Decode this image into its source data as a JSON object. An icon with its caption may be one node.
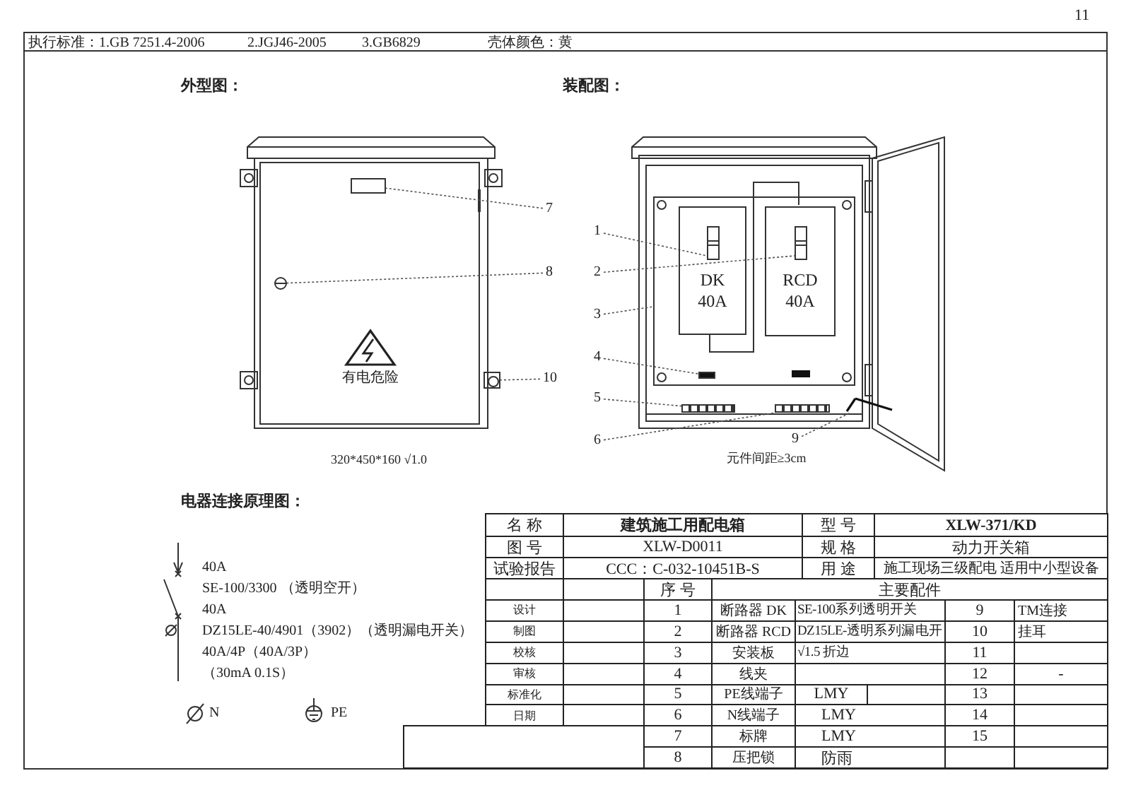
{
  "diagram": {
    "nodes": [
      {
        "text": [
          "7"
        ]
      },
      {
        "text": [],
        "shape": "box"
      },
      {
        "text": [
          "8"
        ]
      },
      {
        "text": [],
        "shape": "circle"
      },
      {
        "text": [
          "10"
        ]
      },
      {
        "text": [],
        "shape": "box"
      },
      {
        "text": [
          "1"
        ]
      },
      {
        "text": [
          "2"
        ]
      },
      {
        "text": [
          "3"
        ]
      },
      {
        "text": [],
        "shape": "box"
      },
      {
        "text": [
          "DK 40A"
        ],
        "in": 9
      },
      {
        "text": [],
        "shape": "box",
        "in": 10
      },
      {
        "text": [
          "RCD 40A"
        ],
        "in": 9
      },
      {
        "text": [],
        "shape": "box",
        "in": 12
      },
      {
        "text": [
          "4"
        ]
      },
      {
        "text": [],
        "shape": "box",
        "in": 9
      },
      {
        "text": [
          "5"
        ]
      },
      {
        "text": [],
        "shape": "bar"
      },
      {
        "text": [
          "6"
        ]
      },
      {
        "text": [],
        "shape": "bar"
      },
      {
        "text": [
          "9"
        ]
      },
      {
        "text": [],
        "shape": "wire"
      }
    ],
    "edges": [
      {
        "from": 0,
        "to": 1,
        "arrow": "none"
      },
      {
        "from": 2,
        "to": 3,
        "arrow": "none"
      },
      {
        "from": 4,
        "to": 5,
        "arrow": "none"
      },
      {
        "from": 6,
        "to": 11,
        "arrow": "none"
      },
      {
        "from": 7,
        "to": 13,
        "arrow": "none"
      },
      {
        "from": 8,
        "to": 9,
        "arrow": "none"
      },
      {
        "from": 14,
        "to": 15,
        "arrow": "none"
      },
      {
        "from": 16,
        "to": 17,
        "arrow": "none"
      },
      {
        "from": 18,
        "to": 19,
        "arrow": "none"
      },
      {
        "from": 20,
        "to": 21,
        "arrow": "none"
      }
    ],
    "labels": [
      "11",
      "执行标准：1.GB 7251.4-2006",
      "2.JGJ46-2005",
      "3.GB6829",
      "壳体颜色：黄",
      "外型图：",
      "装配图：",
      "有电危险",
      "320*450*160 √1.0",
      "元件间距≥3cm",
      "电器连接原理图：",
      "40A",
      "SE-100/3300 （透明空开）",
      "40A",
      "DZ15LE-40/4901（3902）（透明漏电开关）",
      "40A/4P（40A/3P）",
      "（30mA 0.1S）",
      "N",
      "PE",
      "名 称",
      "建筑施工用配电箱",
      "型 号",
      "XLW-371/KD",
      "图 号",
      "XLW-D0011",
      "规 格",
      "动力开关箱",
      "试验报告",
      "CCC：C-032-10451B-S",
      "用 途",
      "施工现场三级配电 适用中小型设备",
      "序 号",
      "主要配件",
      "设计",
      "1",
      "断路器 DK",
      "SE-100系列透明开关",
      "9",
      "TM连接",
      "制图",
      "2",
      "断路器 RCD",
      "DZ15LE-透明系列漏电开",
      "10",
      "挂耳",
      "校核",
      "3",
      "安装板",
      "√1.5 折边",
      "11",
      "审核",
      "4",
      "线夹",
      "12",
      "-",
      "标准化",
      "5",
      "PE线端子",
      "LMY",
      "13",
      "日期",
      "6",
      "N线端子",
      "LMY",
      "14",
      "7",
      "标牌",
      "LMY",
      "15",
      "8",
      "压把锁",
      "防雨"
    ]
  }
}
